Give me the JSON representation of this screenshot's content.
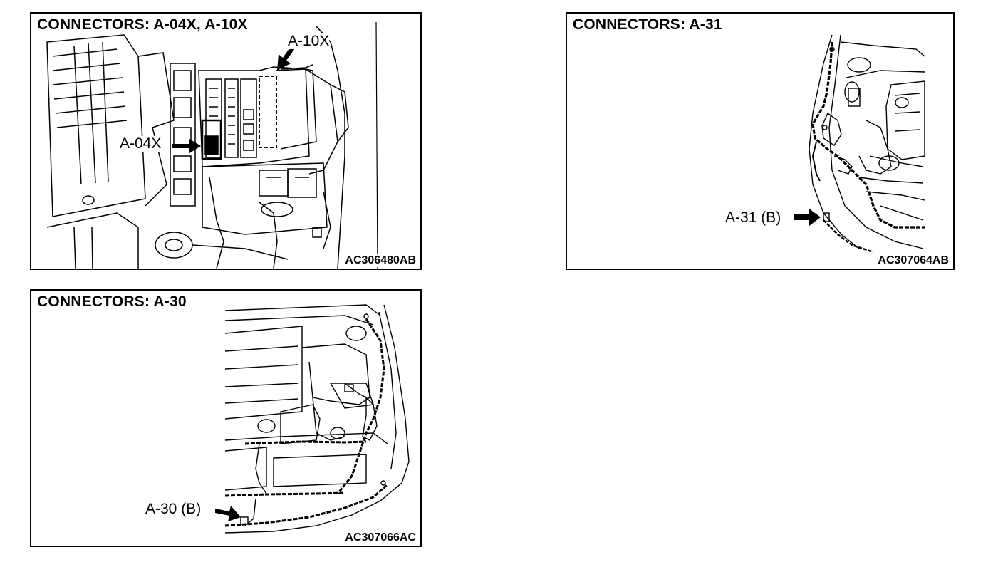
{
  "panels": [
    {
      "title": "CONNECTORS: A-04X, A-10X",
      "callouts": [
        "A-10X",
        "A-04X"
      ],
      "figure_code": "AC306480AB"
    },
    {
      "title": "CONNECTORS: A-31",
      "callouts": [
        "A-31 (B)"
      ],
      "figure_code": "AC307064AB"
    },
    {
      "title": "CONNECTORS: A-30",
      "callouts": [
        "A-30 (B)"
      ],
      "figure_code": "AC307066AC"
    }
  ],
  "colors": {
    "ink": "#000000",
    "paper": "#ffffff"
  }
}
